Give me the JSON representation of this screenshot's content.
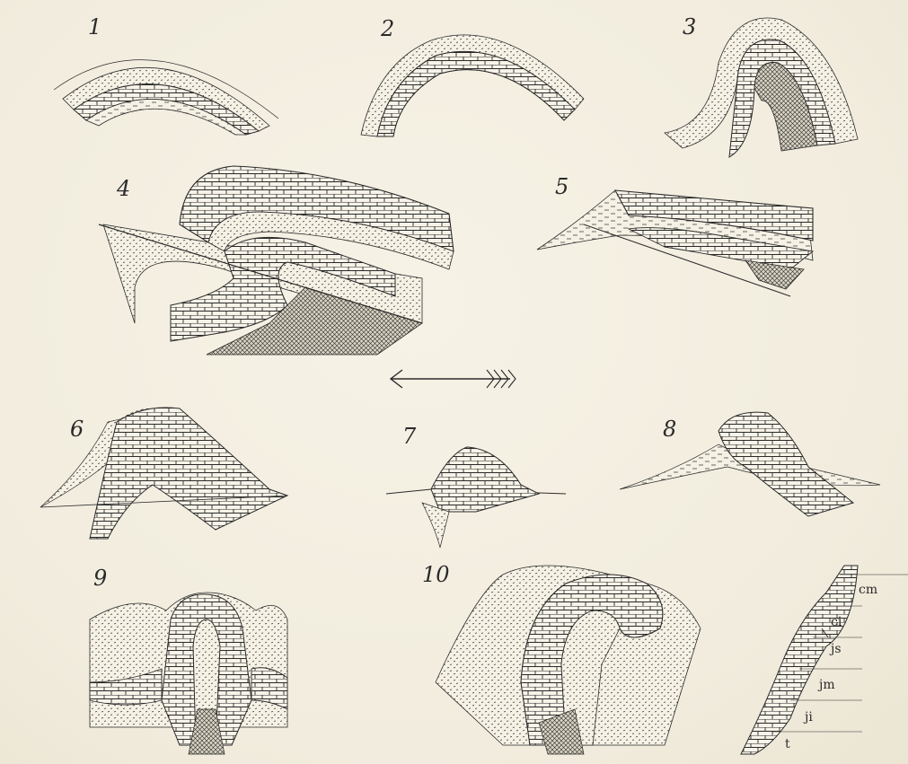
{
  "figures": {
    "fig1": "1",
    "fig2": "2",
    "fig3": "3",
    "fig4": "4",
    "fig5": "5",
    "fig6": "6",
    "fig7": "7",
    "fig8": "8",
    "fig9": "9",
    "fig10": "10"
  },
  "legend": {
    "cm": "cm",
    "ci": "ci",
    "js": "js",
    "jm": "jm",
    "ji": "ji",
    "t": "t"
  },
  "colors": {
    "paper": "#f3efe2",
    "ink": "#2a2a2a"
  }
}
